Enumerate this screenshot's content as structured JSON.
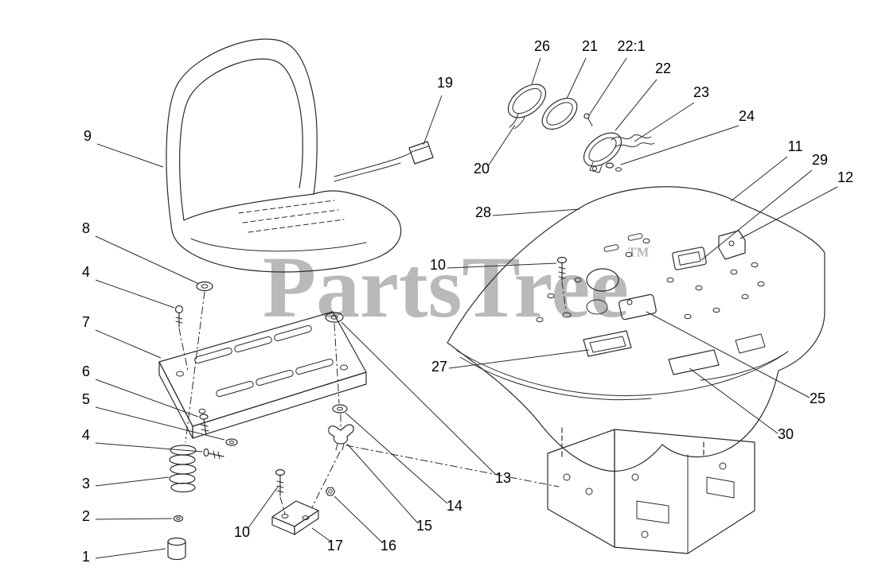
{
  "watermark": {
    "text": "PartsTree",
    "tm": "™",
    "color": "#b9b9b9"
  },
  "style": {
    "line_color": "#2b2b2b",
    "background": "#ffffff",
    "callout_color": "#000000"
  },
  "callouts": [
    {
      "id": "9",
      "label": [
        110,
        177
      ],
      "leader": [
        122,
        181,
        205,
        210
      ]
    },
    {
      "id": "8",
      "label": [
        108,
        293
      ],
      "leader": [
        120,
        297,
        250,
        357
      ]
    },
    {
      "id": "4",
      "label": [
        108,
        348
      ],
      "leader": [
        120,
        352,
        219,
        387
      ]
    },
    {
      "id": "7",
      "label": [
        108,
        411
      ],
      "leader": [
        120,
        415,
        202,
        450
      ]
    },
    {
      "id": "6",
      "label": [
        108,
        473
      ],
      "leader": [
        120,
        477,
        249,
        524
      ]
    },
    {
      "id": "5",
      "label": [
        108,
        508
      ],
      "leader": [
        120,
        512,
        282,
        553
      ]
    },
    {
      "id": "4",
      "label": [
        108,
        553
      ],
      "leader": [
        120,
        557,
        254,
        568
      ]
    },
    {
      "id": "3",
      "label": [
        108,
        614
      ],
      "leader": [
        120,
        611,
        212,
        600
      ]
    },
    {
      "id": "2",
      "label": [
        108,
        655
      ],
      "leader": [
        120,
        653,
        216,
        652
      ]
    },
    {
      "id": "1",
      "label": [
        108,
        706
      ],
      "leader": [
        120,
        702,
        208,
        690
      ]
    },
    {
      "id": "19",
      "label": [
        559,
        110
      ],
      "leader": [
        555,
        120,
        532,
        182
      ]
    },
    {
      "id": "10",
      "label": [
        304,
        675
      ],
      "leader": [
        311,
        665,
        349,
        612
      ]
    },
    {
      "id": "17",
      "label": [
        421,
        692
      ],
      "leader": [
        417,
        682,
        392,
        664
      ]
    },
    {
      "id": "16",
      "label": [
        488,
        692
      ],
      "leader": [
        481,
        683,
        420,
        624
      ]
    },
    {
      "id": "15",
      "label": [
        533,
        667
      ],
      "leader": [
        525,
        658,
        436,
        558
      ]
    },
    {
      "id": "14",
      "label": [
        571,
        642
      ],
      "leader": [
        562,
        633,
        434,
        519
      ]
    },
    {
      "id": "13",
      "label": [
        632,
        607
      ],
      "leader": [
        623,
        597,
        429,
        405
      ]
    },
    {
      "id": "26",
      "label": [
        681,
        64
      ],
      "leader": [
        679,
        73,
        668,
        106
      ]
    },
    {
      "id": "21",
      "label": [
        741,
        64
      ],
      "leader": [
        736,
        73,
        712,
        124
      ]
    },
    {
      "id": "22:1",
      "label": [
        793,
        64
      ],
      "leader": [
        787,
        73,
        740,
        145
      ]
    },
    {
      "id": "22",
      "label": [
        833,
        92
      ],
      "leader": [
        825,
        100,
        773,
        164
      ]
    },
    {
      "id": "23",
      "label": [
        881,
        122
      ],
      "leader": [
        872,
        129,
        797,
        178
      ]
    },
    {
      "id": "24",
      "label": [
        938,
        152
      ],
      "leader": [
        928,
        158,
        780,
        207
      ]
    },
    {
      "id": "20",
      "label": [
        605,
        218
      ],
      "leader": [
        613,
        209,
        647,
        157
      ]
    },
    {
      "id": "11",
      "label": [
        999,
        190
      ],
      "leader": [
        989,
        197,
        918,
        253
      ]
    },
    {
      "id": "29",
      "label": [
        1030,
        207
      ],
      "leader": [
        1020,
        214,
        881,
        327
      ]
    },
    {
      "id": "12",
      "label": [
        1062,
        229
      ],
      "leader": [
        1052,
        235,
        930,
        300
      ]
    },
    {
      "id": "28",
      "label": [
        607,
        273
      ],
      "leader": [
        619,
        271,
        728,
        263
      ]
    },
    {
      "id": "10",
      "label": [
        550,
        339
      ],
      "leader": [
        562,
        337,
        699,
        331
      ]
    },
    {
      "id": "27",
      "label": [
        552,
        467
      ],
      "leader": [
        564,
        463,
        740,
        440
      ]
    },
    {
      "id": "25",
      "label": [
        1027,
        507
      ],
      "leader": [
        1017,
        500,
        812,
        392
      ]
    },
    {
      "id": "30",
      "label": [
        987,
        552
      ],
      "leader": [
        977,
        545,
        866,
        463
      ]
    }
  ]
}
